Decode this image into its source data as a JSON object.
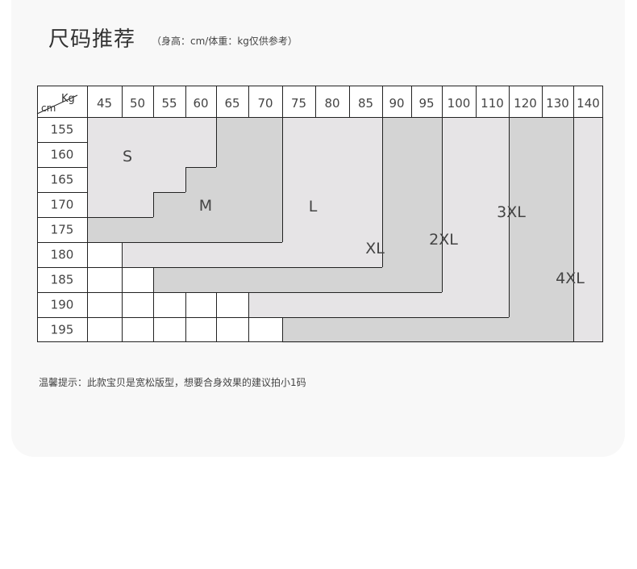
{
  "header": {
    "title": "尺码推荐",
    "subtitle": "（身高：cm/体重：kg仅供参考）"
  },
  "table": {
    "corner_top": "Kg",
    "corner_bottom": "cm",
    "weights": [
      "45",
      "50",
      "55",
      "60",
      "65",
      "70",
      "75",
      "80",
      "85",
      "90",
      "95",
      "100",
      "110",
      "120",
      "130",
      "140"
    ],
    "heights": [
      "155",
      "160",
      "165",
      "170",
      "175",
      "180",
      "185",
      "190",
      "195"
    ],
    "size_labels": [
      "S",
      "M",
      "L",
      "XL",
      "2XL",
      "3XL",
      "4XL"
    ],
    "size_ranges": [
      {
        "size": "S",
        "rows": [
          [
            0,
            3
          ],
          [
            0,
            3
          ],
          [
            0,
            2
          ],
          [
            0,
            1
          ]
        ]
      },
      {
        "size": "M",
        "rows": [
          [
            4,
            5
          ],
          [
            4,
            5
          ],
          [
            3,
            5
          ],
          [
            2,
            5
          ],
          [
            0,
            5
          ]
        ]
      },
      {
        "size": "L",
        "rows": [
          [
            6,
            8
          ],
          [
            6,
            8
          ],
          [
            6,
            8
          ],
          [
            6,
            8
          ],
          [
            6,
            8
          ],
          [
            1,
            8
          ]
        ]
      },
      {
        "size": "XL",
        "rows": [
          [
            9,
            10
          ],
          [
            9,
            10
          ],
          [
            9,
            10
          ],
          [
            9,
            10
          ],
          [
            9,
            10
          ],
          [
            9,
            10
          ],
          [
            2,
            10
          ]
        ]
      },
      {
        "size": "2XL",
        "rows": [
          [
            11,
            12
          ],
          [
            11,
            12
          ],
          [
            11,
            12
          ],
          [
            11,
            12
          ],
          [
            11,
            12
          ],
          [
            11,
            12
          ],
          [
            11,
            12
          ],
          [
            5,
            12
          ]
        ]
      },
      {
        "size": "3XL",
        "rows": [
          [
            13,
            14
          ],
          [
            13,
            14
          ],
          [
            13,
            14
          ],
          [
            13,
            14
          ],
          [
            13,
            14
          ],
          [
            13,
            14
          ],
          [
            13,
            14
          ],
          [
            13,
            14
          ],
          [
            6,
            14
          ]
        ]
      },
      {
        "size": "4XL",
        "rows": [
          [
            15,
            15
          ],
          [
            15,
            15
          ],
          [
            15,
            16
          ],
          [
            15,
            16
          ],
          [
            15,
            16
          ],
          [
            15,
            16
          ],
          [
            15,
            16
          ],
          [
            15,
            16
          ],
          [
            15,
            16
          ]
        ]
      }
    ],
    "colors": {
      "light": "#e6e4e6",
      "dark": "#d4d4d4",
      "grid": "#222222",
      "empty": "#ffffff"
    }
  },
  "footer": {
    "note": "温馨提示：此款宝贝是宽松版型，想要合身效果的建议拍小1码"
  }
}
